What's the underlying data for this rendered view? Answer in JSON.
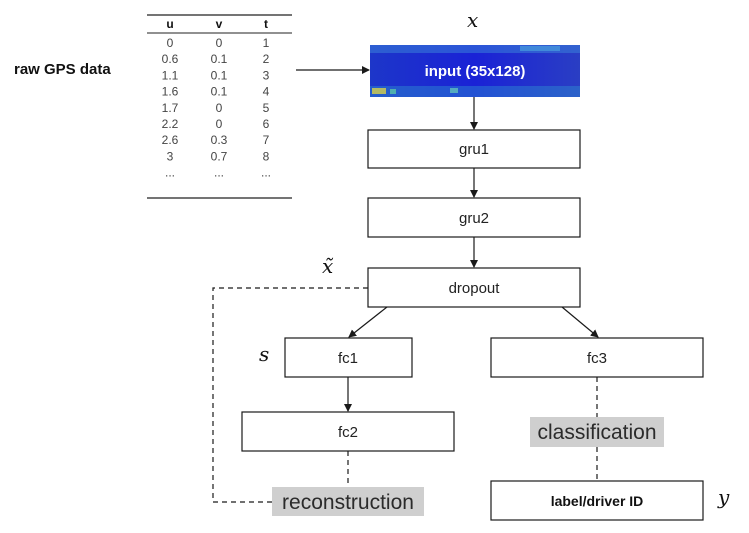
{
  "raw_data_label": "raw GPS data",
  "gps_table": {
    "columns": [
      "u",
      "v",
      "t"
    ],
    "rows": [
      [
        "0",
        "0",
        "1"
      ],
      [
        "0.6",
        "0.1",
        "2"
      ],
      [
        "1.1",
        "0.1",
        "3"
      ],
      [
        "1.6",
        "0.1",
        "4"
      ],
      [
        "1.7",
        "0",
        "5"
      ],
      [
        "2.2",
        "0",
        "6"
      ],
      [
        "2.6",
        "0.3",
        "7"
      ],
      [
        "3",
        "0.7",
        "8"
      ],
      [
        "...",
        "...",
        "..."
      ]
    ]
  },
  "symbols": {
    "x": "x",
    "x_tilde": "x̃",
    "s": "s",
    "y": "y"
  },
  "nodes": {
    "input": "input (35x128)",
    "gru1": "gru1",
    "gru2": "gru2",
    "dropout": "dropout",
    "fc1": "fc1",
    "fc2": "fc2",
    "fc3": "fc3",
    "output": "label/driver ID"
  },
  "tags": {
    "reconstruction": "reconstruction",
    "classification": "classification"
  },
  "colors": {
    "input_fill": "#1e2fd0",
    "tag_highlight": "#cfcfcf",
    "line": "#1a1a1a"
  }
}
